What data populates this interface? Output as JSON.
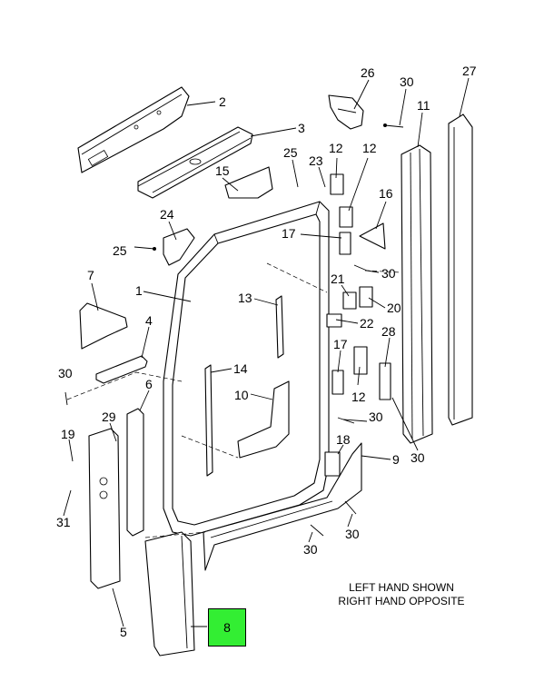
{
  "callouts": [
    {
      "id": "c2",
      "text": "2"
    },
    {
      "id": "c3",
      "text": "3"
    },
    {
      "id": "c26",
      "text": "26"
    },
    {
      "id": "c30a",
      "text": "30"
    },
    {
      "id": "c27",
      "text": "27"
    },
    {
      "id": "c11",
      "text": "11"
    },
    {
      "id": "c25a",
      "text": "25"
    },
    {
      "id": "c12a",
      "text": "12"
    },
    {
      "id": "c12b",
      "text": "12"
    },
    {
      "id": "c23",
      "text": "23"
    },
    {
      "id": "c15",
      "text": "15"
    },
    {
      "id": "c16",
      "text": "16"
    },
    {
      "id": "c24",
      "text": "24"
    },
    {
      "id": "c17a",
      "text": "17"
    },
    {
      "id": "c25b",
      "text": "25"
    },
    {
      "id": "c30b",
      "text": "30"
    },
    {
      "id": "c7",
      "text": "7"
    },
    {
      "id": "c21",
      "text": "21"
    },
    {
      "id": "c1",
      "text": "1"
    },
    {
      "id": "c20",
      "text": "20"
    },
    {
      "id": "c13",
      "text": "13"
    },
    {
      "id": "c22",
      "text": "22"
    },
    {
      "id": "c4",
      "text": "4"
    },
    {
      "id": "c28",
      "text": "28"
    },
    {
      "id": "c17b",
      "text": "17"
    },
    {
      "id": "c30c",
      "text": "30"
    },
    {
      "id": "c14",
      "text": "14"
    },
    {
      "id": "c6",
      "text": "6"
    },
    {
      "id": "c12c",
      "text": "12"
    },
    {
      "id": "c10",
      "text": "10"
    },
    {
      "id": "c29",
      "text": "29"
    },
    {
      "id": "c30d",
      "text": "30"
    },
    {
      "id": "c19",
      "text": "19"
    },
    {
      "id": "c30e",
      "text": "30"
    },
    {
      "id": "c18",
      "text": "18"
    },
    {
      "id": "c9",
      "text": "9"
    },
    {
      "id": "c31",
      "text": "31"
    },
    {
      "id": "c30f",
      "text": "30"
    },
    {
      "id": "c30g",
      "text": "30"
    },
    {
      "id": "c5",
      "text": "5"
    }
  ],
  "highlight": {
    "text": "8",
    "color": "#33ee33"
  },
  "note": {
    "line1": "LEFT HAND SHOWN",
    "line2": "RIGHT HAND OPPOSITE"
  }
}
